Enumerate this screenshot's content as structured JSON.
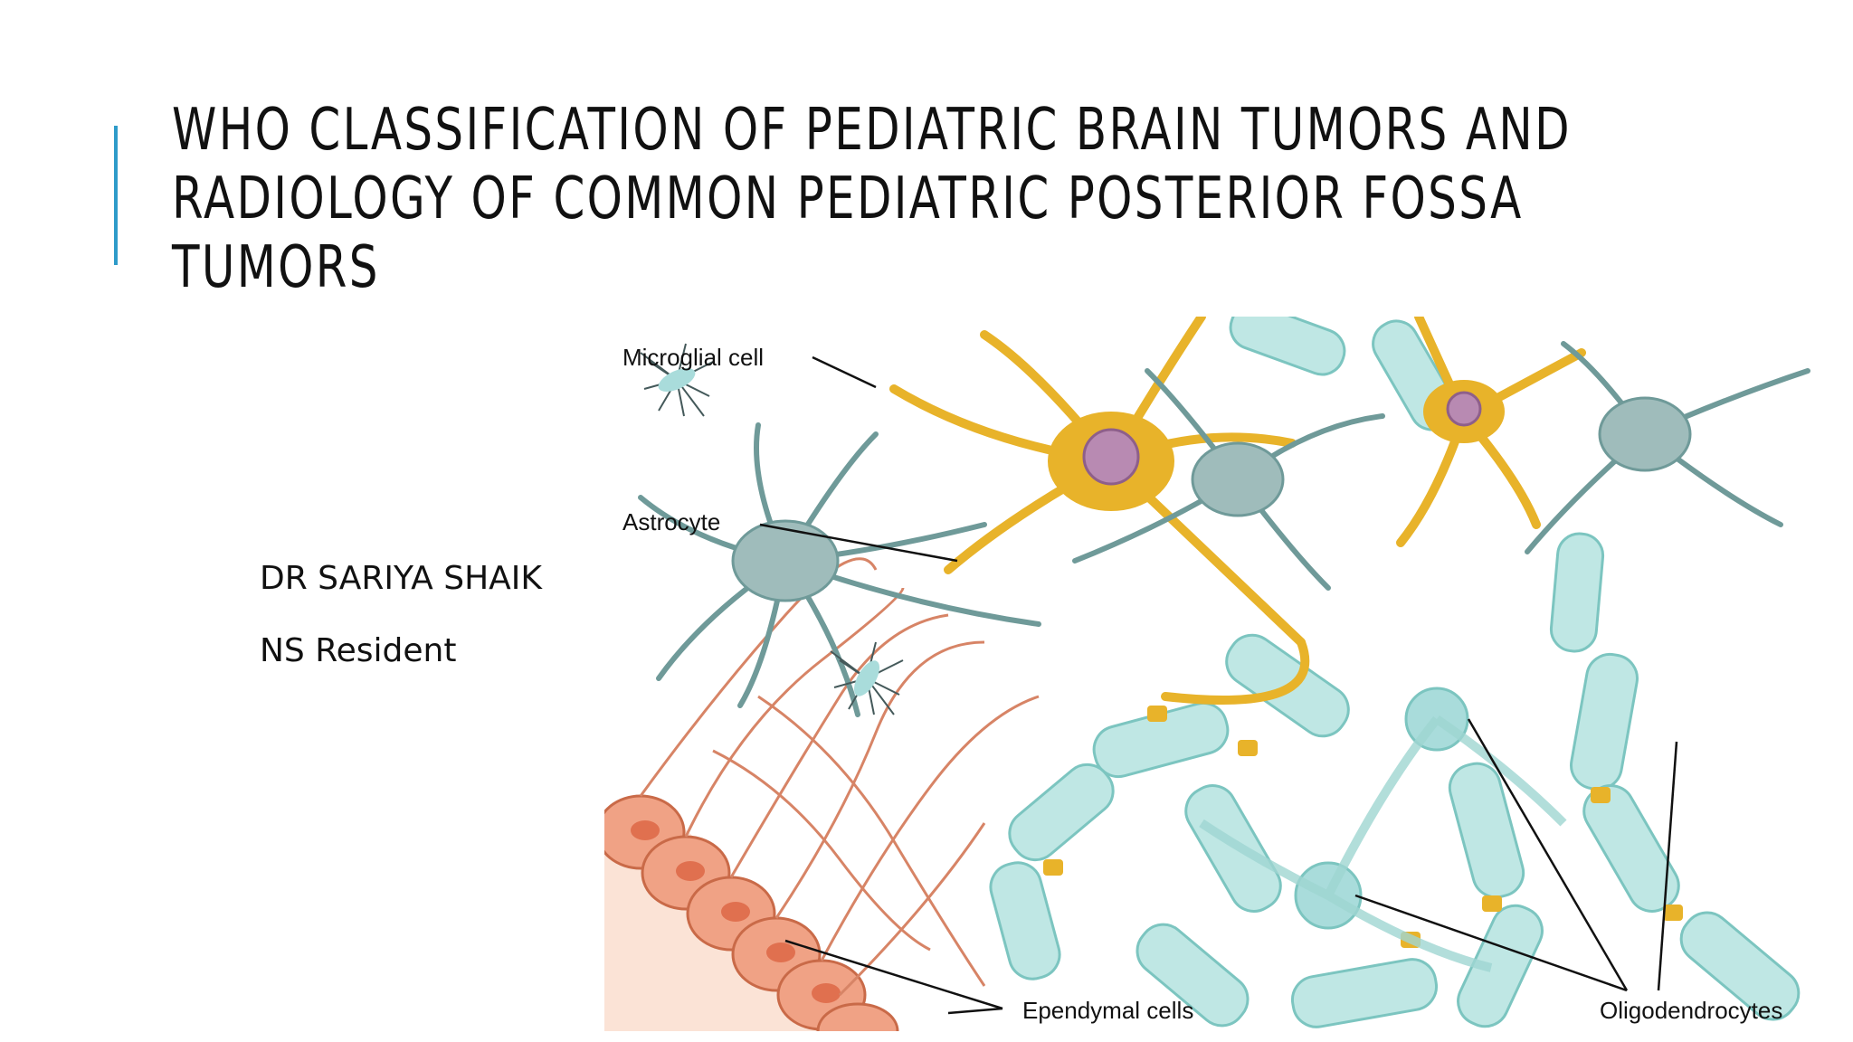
{
  "slide": {
    "title_lines": [
      "WHO CLASSIFICATION OF PEDIATRIC BRAIN TUMORS AND",
      "RADIOLOGY OF COMMON PEDIATRIC POSTERIOR FOSSA",
      "TUMORS"
    ],
    "author_name": "DR SARIYA SHAIK",
    "author_role": "NS Resident",
    "accent_color": "#2e9bc9"
  },
  "figure": {
    "labels": {
      "microglial": "Microglial cell",
      "astrocyte": "Astrocyte",
      "ependymal": "Ependymal cells",
      "oligodendrocytes": "Oligodendrocytes"
    }
  }
}
